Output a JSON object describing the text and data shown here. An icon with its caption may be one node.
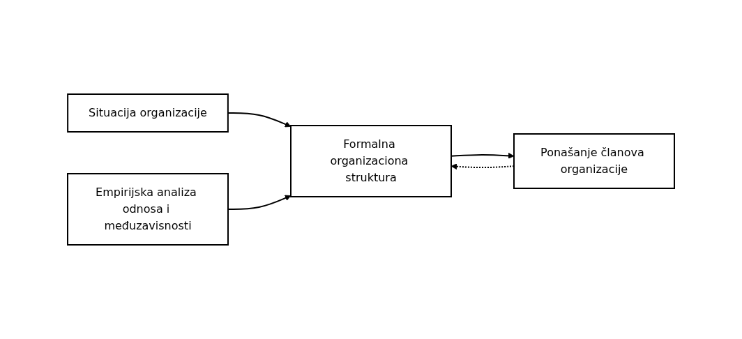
{
  "diagram": {
    "nodes": [
      {
        "text": [
          "Situacija organizacije"
        ]
      },
      {
        "text": [
          "Formalna organizaciona struktura"
        ]
      },
      {
        "text": [
          "Ponašanje članova organizacije"
        ]
      },
      {
        "text": [
          "Empirijska analiza odnosa i međuzavisnosti"
        ]
      }
    ],
    "edges": [
      {
        "from": 0,
        "to": 1,
        "arrow": "to"
      },
      {
        "from": 1,
        "to": 2,
        "arrow": "to"
      },
      {
        "from": 2,
        "to": 1,
        "arrow": "to",
        "style": "dashed"
      },
      {
        "from": 3,
        "to": 1,
        "arrow": "to"
      }
    ]
  }
}
